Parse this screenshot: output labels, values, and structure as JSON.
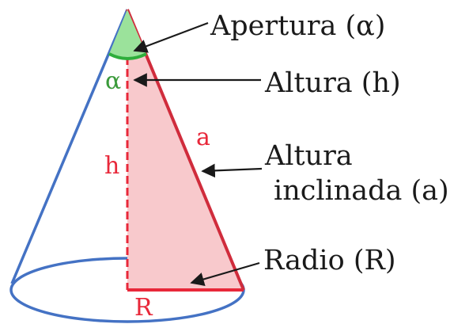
{
  "labels": {
    "apertura": "Apertura (α)",
    "altura": "Altura (h)",
    "altura_inclinada_line1": "Altura",
    "altura_inclinada_line2": "inclinada (a)",
    "radio": "Radio (R)",
    "alpha": "α",
    "h": "h",
    "a": "a",
    "R": "R"
  },
  "colors": {
    "cone_outline": "#4472c4",
    "triangle_edge": "#d02c3c",
    "triangle_fill": "#f8c9cc",
    "label_red": "#e8283a",
    "angle_fill": "#9be29b",
    "angle_stroke": "#2eae3b",
    "alpha_green": "#3a9a3a",
    "text_dark": "#1a1a1a"
  }
}
